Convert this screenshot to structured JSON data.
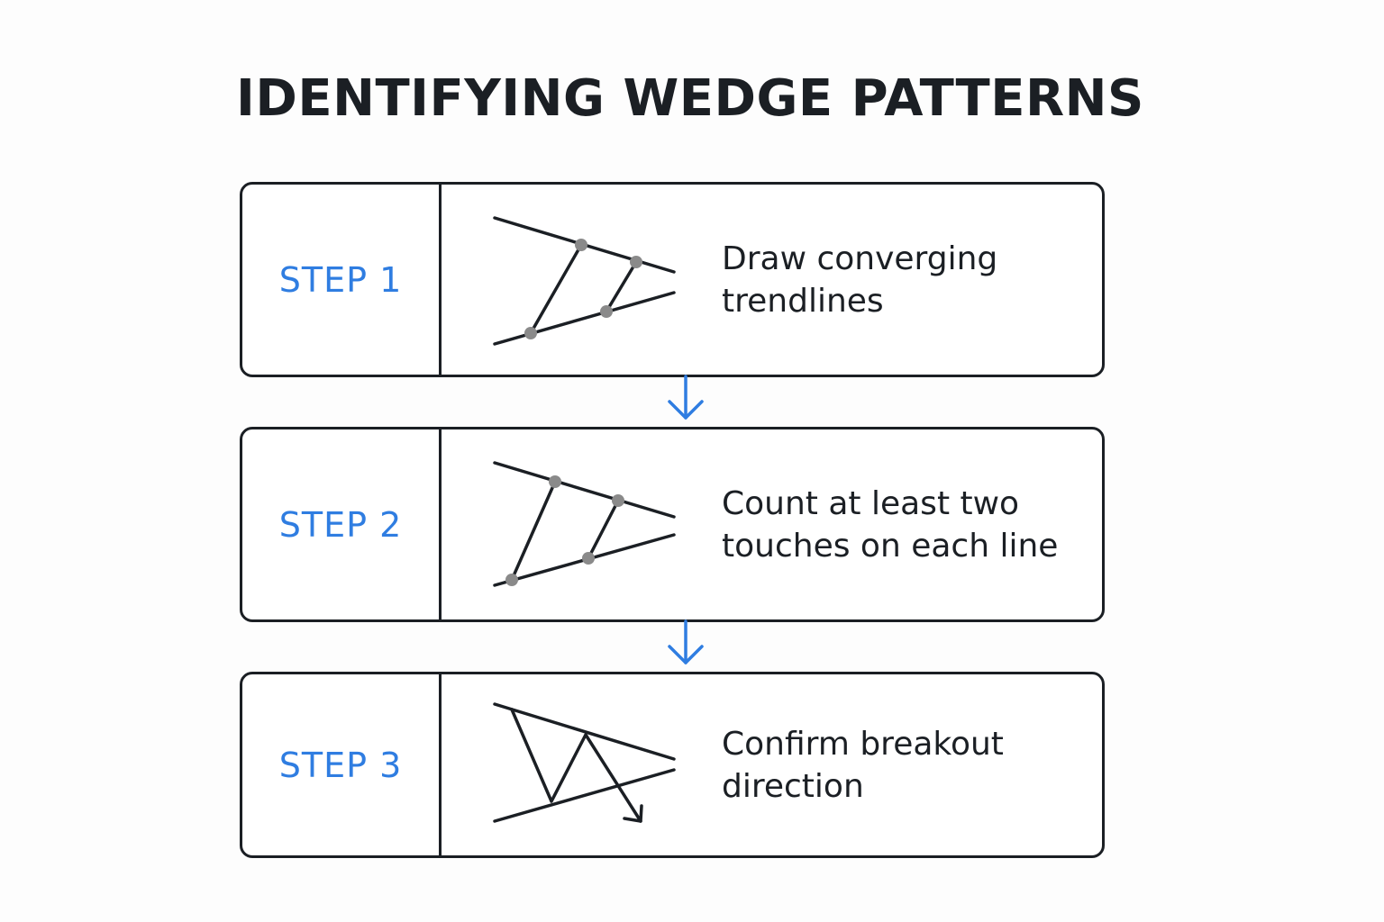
{
  "title": "IDENTIFYING WEDGE PATTERNS",
  "colors": {
    "accent": "#2f7de1",
    "ink": "#1b1f24",
    "touch_point": "#8a8a8a"
  },
  "steps": [
    {
      "label": "STEP 1",
      "text": "Draw converging trendlines",
      "illustration": "wedge-trendlines-icon"
    },
    {
      "label": "STEP 2",
      "text": "Count at least two touches on each line",
      "illustration": "wedge-touches-icon"
    },
    {
      "label": "STEP 3",
      "text": "Confirm breakout direction",
      "illustration": "wedge-breakout-icon"
    }
  ],
  "connectors": [
    "down-arrow-icon",
    "down-arrow-icon"
  ]
}
